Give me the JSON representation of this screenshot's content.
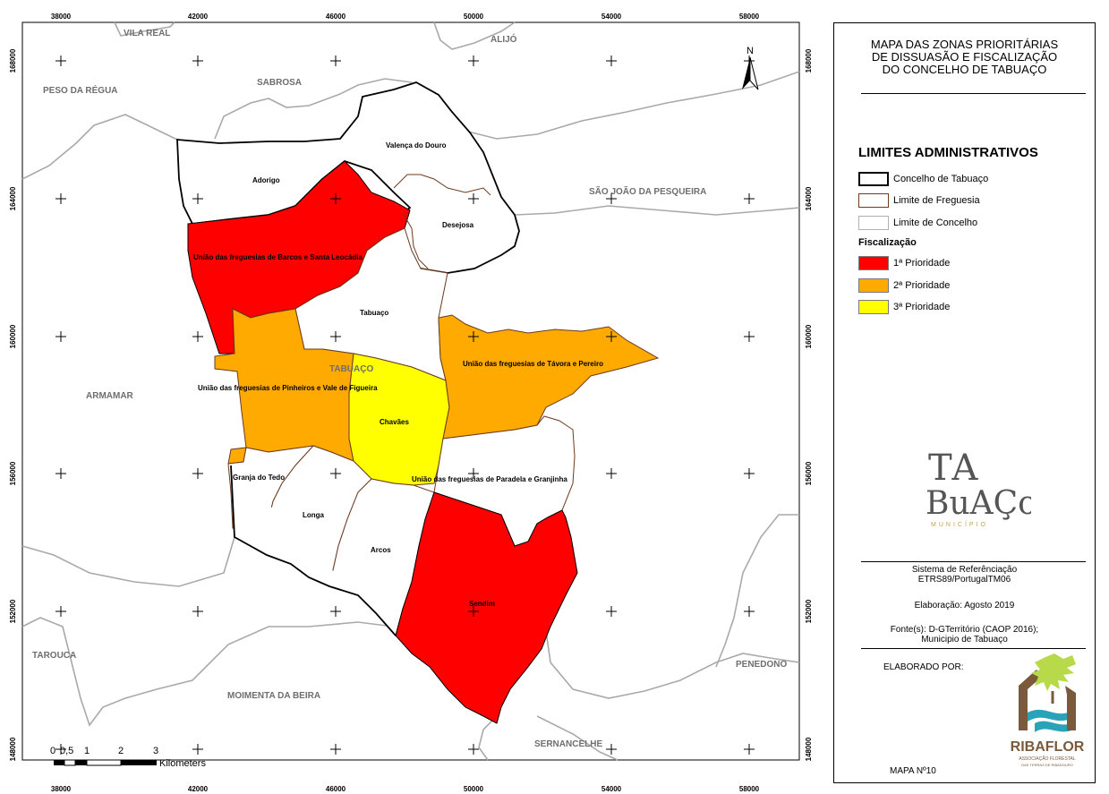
{
  "axis": {
    "x_labels": [
      "38000",
      "42000",
      "46000",
      "50000",
      "54000",
      "58000"
    ],
    "y_labels": [
      "168000",
      "164000",
      "160000",
      "156000",
      "152000",
      "148000"
    ]
  },
  "neighbors": {
    "vila_real": "VILA REAL",
    "alijo": "ALIJÓ",
    "peso_da_regua": "PESO DA RÉGUA",
    "sabrosa": "SABROSA",
    "sao_joao_da_pesqueira": "SÃO JOÃO DA PESQUEIRA",
    "armamar": "ARMAMAR",
    "tarouca": "TAROUCA",
    "moimenta_da_beira": "MOIMENTA DA BEIRA",
    "penedono": "PENEDONO",
    "sernancelhe": "SERNANCELHE",
    "tabuaco_concelho": "TABUAÇO"
  },
  "freguesias": {
    "valenca_do_douro": "Valença do Douro",
    "adorigo": "Adorigo",
    "desejosa": "Desejosa",
    "barcos_santa_leocadia": "União das freguesias de Barcos e Santa Leocádia",
    "tabuaco": "Tabuaço",
    "tavora_pereiro": "União das freguesias de Távora e Pereiro",
    "pinheiros_vale_figueira": "União das freguesias de Pinheiros e Vale de Figueira",
    "chavaes": "Chavães",
    "paradela_granjinha": "União das freguesias de Paradela e Granjinha",
    "granja_do_tedo": "Granja do Tedo",
    "longa": "Longa",
    "arcos": "Arcos",
    "sendim": "Sendim"
  },
  "north_arrow": "N",
  "scale_bar": {
    "ticks": [
      "0",
      "0,5",
      "1",
      "2",
      "3"
    ],
    "unit": "Kilometers"
  },
  "panel": {
    "title_lines": [
      "MAPA DAS ZONAS PRIORITÁRIAS",
      "DE DISSUASÃO E FISCALIZAÇÃO",
      "DO CONCELHO DE TABUAÇO"
    ],
    "legend_title": "LIMITES ADMINISTRATIVOS",
    "boundaries": [
      {
        "label": "Concelho de Tabuaço",
        "color": "#000000"
      },
      {
        "label": "Limite de Freguesia",
        "color": "#6b3a1f"
      },
      {
        "label": "Limite de Concelho",
        "color": "#b0b0b0"
      }
    ],
    "fiscalizacao_title": "Fiscalização",
    "priorities": [
      {
        "label": "1ª Prioridade",
        "color": "#ff0000"
      },
      {
        "label": "2ª Prioridade",
        "color": "#ffaa00"
      },
      {
        "label": "3ª Prioridade",
        "color": "#ffff00"
      }
    ],
    "logo_tabuaco": {
      "line1": "TA",
      "line2": "BuAÇo",
      "sub": "MUNICÍPIO"
    },
    "ref_system": [
      "Sistema de Referênciação",
      "ETRS89/PortugalTM06"
    ],
    "elaboracao": "Elaboração: Agosto 2019",
    "fontes": [
      "Fonte(s): D-GTerritório (CAOP 2016);",
      "Municipio de Tabuaço"
    ],
    "elaborado_por": "ELABORADO POR:",
    "logo_ribaflor": {
      "name": "RIBAFLOR",
      "sub1": "ASSOCIAÇÃO FLORESTAL",
      "sub2": "DAS TERRAS DE RIBADOURO"
    },
    "map_number": "MAPA Nº10"
  }
}
